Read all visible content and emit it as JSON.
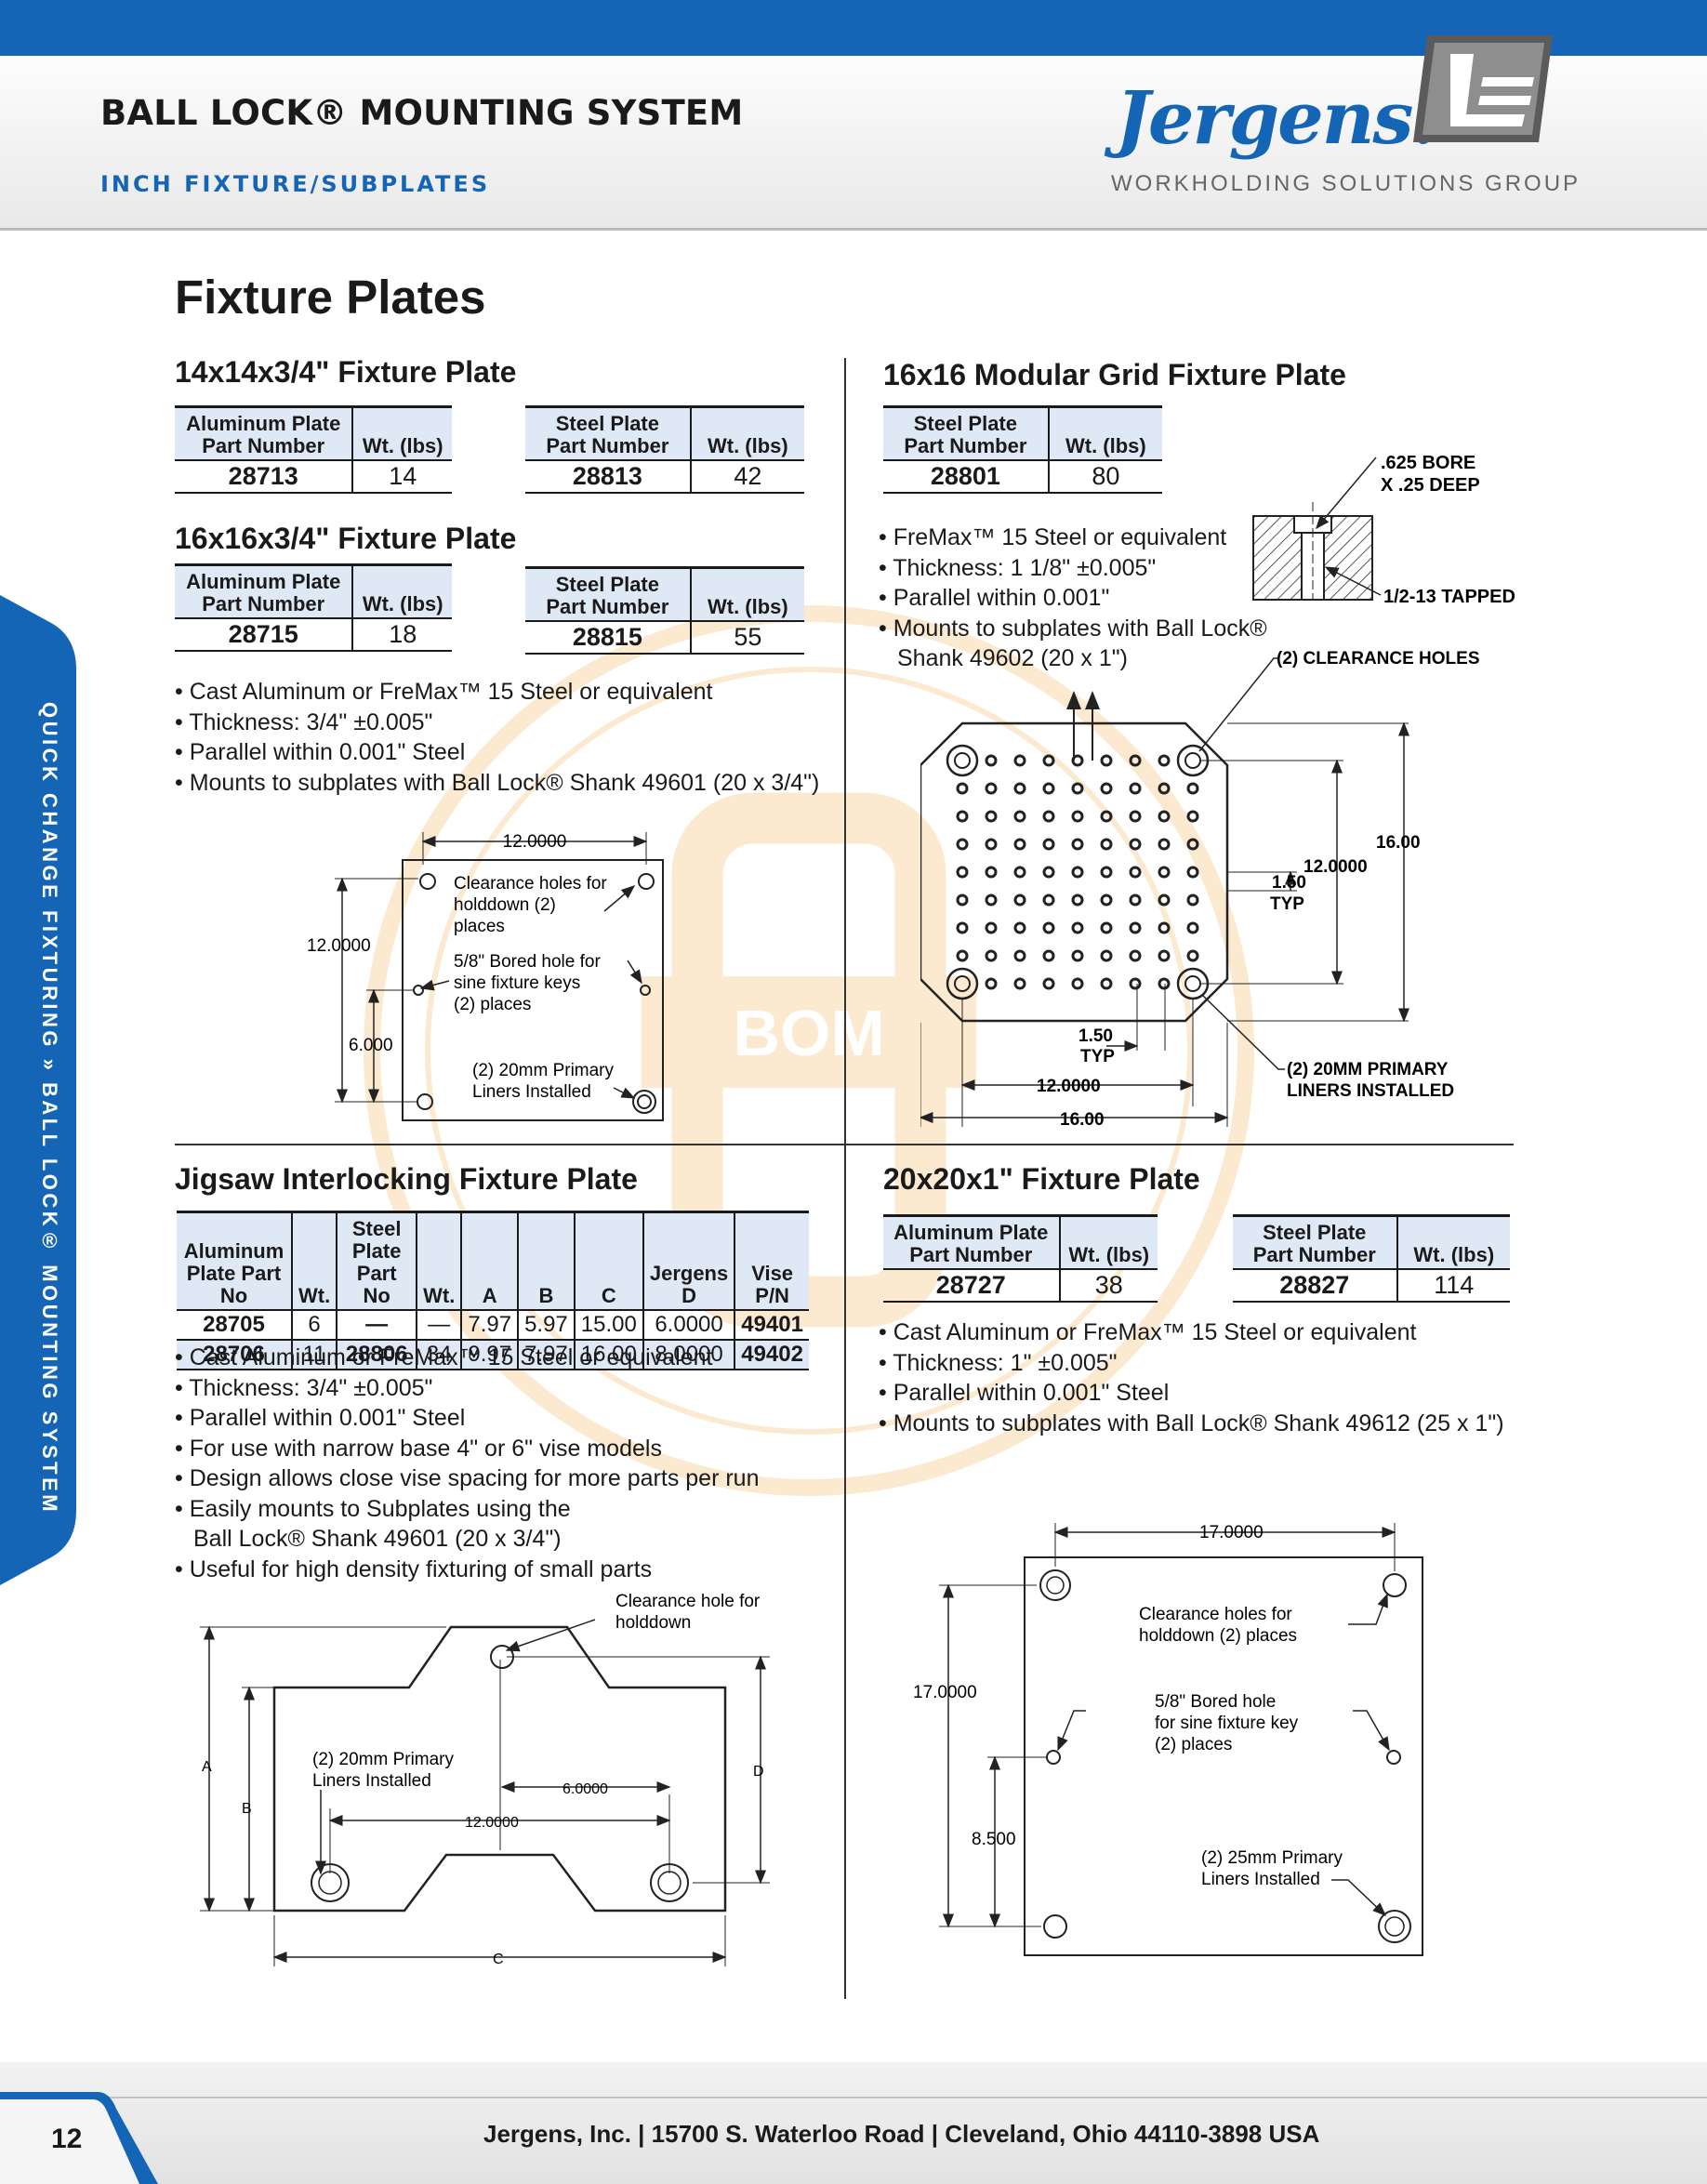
{
  "header": {
    "title": "BALL LOCK® MOUNTING SYSTEM",
    "subtitle": "INCH FIXTURE/SUBPLATES",
    "brand": "Jergens.",
    "brand_sub": "WORKHOLDING SOLUTIONS GROUP"
  },
  "sidebar": {
    "text": "QUICK CHANGE FIXTURING » BALL LOCK® MOUNTING SYSTEM"
  },
  "page_title": "Fixture Plates",
  "s14": {
    "title": "14x14x3/4\" Fixture Plate",
    "alu": {
      "h1": "Aluminum Plate",
      "h1b": "Part Number",
      "h2": "Wt. (lbs)",
      "pn": "28713",
      "wt": "14"
    },
    "steel": {
      "h1": "Steel Plate",
      "h1b": "Part Number",
      "h2": "Wt. (lbs)",
      "pn": "28813",
      "wt": "42"
    }
  },
  "s16": {
    "title": "16x16x3/4\" Fixture Plate",
    "alu": {
      "h1": "Aluminum Plate",
      "h1b": "Part Number",
      "h2": "Wt. (lbs)",
      "pn": "28715",
      "wt": "18"
    },
    "steel": {
      "h1": "Steel Plate",
      "h1b": "Part Number",
      "h2": "Wt. (lbs)",
      "pn": "28815",
      "wt": "55"
    },
    "bullets": [
      "Cast Aluminum or FreMax™ 15 Steel or equivalent",
      "Thickness: 3/4\" ±0.005\"",
      "Parallel within 0.001\" Steel",
      "Mounts to subplates with Ball Lock® Shank 49601 (20 x 3/4\")"
    ],
    "diagram": {
      "dim_w": "12.0000",
      "dim_h": "12.0000",
      "dim_half": "6.000",
      "note1": [
        "Clearance holes for",
        "holddown (2)",
        "places"
      ],
      "note2": [
        "5/8\" Bored hole for",
        "sine fixture keys",
        "(2) places"
      ],
      "note3": [
        "(2) 20mm Primary",
        "Liners Installed"
      ]
    }
  },
  "grid": {
    "title": "16x16 Modular Grid Fixture Plate",
    "steel": {
      "h1": "Steel Plate",
      "h1b": "Part Number",
      "h2": "Wt. (lbs)",
      "pn": "28801",
      "wt": "80"
    },
    "bullets": [
      "FreMax™ 15 Steel or equivalent",
      "Thickness: 1 1/8\" ±0.005\"",
      "Parallel within 0.001\"",
      "Mounts to subplates with Ball Lock®",
      "Shank 49602 (20 x 1\")"
    ],
    "diagram": {
      "bore1": ".625 BORE",
      "bore2": "X .25 DEEP",
      "tapped": "1/2-13 TAPPED",
      "clearance": "(2) CLEARANCE HOLES",
      "d16": "16.00",
      "d12": "12.0000",
      "d150": "1.50",
      "typ": "TYP",
      "b150": "1.50",
      "btyp": "TYP",
      "b12": "12.0000",
      "b16": "16.00",
      "liners1": "(2) 20MM PRIMARY",
      "liners2": "LINERS INSTALLED"
    }
  },
  "jigsaw": {
    "title": "Jigsaw Interlocking Fixture Plate",
    "headers": [
      [
        "Aluminum",
        "Plate Part No"
      ],
      [
        "",
        "Wt."
      ],
      [
        "Steel Plate",
        "Part No"
      ],
      [
        "",
        "Wt."
      ],
      [
        "",
        "A"
      ],
      [
        "",
        "B"
      ],
      [
        "",
        "C"
      ],
      [
        "Jergens",
        "D"
      ],
      [
        "Vise",
        "P/N"
      ]
    ],
    "rows": [
      [
        "28705",
        "6",
        "—",
        "—",
        "7.97",
        "5.97",
        "15.00",
        "6.0000",
        "49401"
      ],
      [
        "28706",
        "11",
        "28806",
        "34",
        "9.97",
        "7.97",
        "16.00",
        "8.0000",
        "49402"
      ]
    ],
    "bullets": [
      "Cast Aluminum or FreMax™ 15 Steel or equivalent",
      "Thickness: 3/4\" ±0.005\"",
      "Parallel within 0.001\" Steel",
      "For use with narrow base 4\" or 6\" vise models",
      "Design allows close vise spacing for more parts per run",
      "Easily mounts to Subplates using the",
      "Ball Lock® Shank 49601 (20 x 3/4\")",
      "Useful for high density fixturing of small parts"
    ],
    "diagram": {
      "clear1": "Clearance hole for",
      "clear2": "holddown",
      "liners1": "(2) 20mm Primary",
      "liners2": "Liners Installed",
      "d6": "6.0000",
      "d12": "12.0000",
      "A": "A",
      "B": "B",
      "C": "C",
      "D": "D"
    }
  },
  "s20": {
    "title": "20x20x1\" Fixture Plate",
    "alu": {
      "h1": "Aluminum Plate",
      "h1b": "Part Number",
      "h2": "Wt. (lbs)",
      "pn": "28727",
      "wt": "38"
    },
    "steel": {
      "h1": "Steel Plate",
      "h1b": "Part Number",
      "h2": "Wt. (lbs)",
      "pn": "28827",
      "wt": "114"
    },
    "bullets": [
      "Cast Aluminum or FreMax™ 15 Steel or equivalent",
      "Thickness: 1\" ±0.005\"",
      "Parallel within 0.001\" Steel",
      "Mounts to subplates with Ball Lock® Shank 49612 (25 x 1\")"
    ],
    "diagram": {
      "dim_w": "17.0000",
      "dim_h": "17.0000",
      "dim_half": "8.500",
      "note1": [
        "Clearance holes for",
        "holddown (2) places"
      ],
      "note2": [
        "5/8\" Bored hole",
        "for sine fixture key",
        "(2) places"
      ],
      "note3": [
        "(2) 25mm Primary",
        "Liners Installed"
      ]
    }
  },
  "watermark": {
    "text": "BOM"
  },
  "footer": {
    "page": "12",
    "text": "Jergens, Inc.  |  15700 S. Waterloo Road  |  Cleveland, Ohio 44110-3898 USA"
  },
  "colors": {
    "brand_blue": "#1565b6",
    "table_header": "#dfe9f5",
    "watermark": "#f5c27a"
  }
}
